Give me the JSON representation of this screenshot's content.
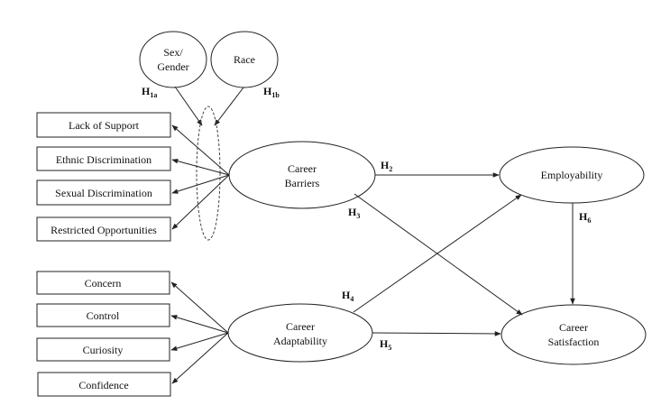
{
  "diagram": {
    "moderators": {
      "sex_gender": {
        "line1": "Sex/",
        "line2": "Gender"
      },
      "race": {
        "label": "Race"
      }
    },
    "latent_constructs": {
      "career_barriers": {
        "line1": "Career",
        "line2": "Barriers"
      },
      "career_adaptability": {
        "line1": "Career",
        "line2": "Adaptability"
      },
      "employability": {
        "label": "Employability"
      },
      "career_satisfaction": {
        "line1": "Career",
        "line2": "Satisfaction"
      }
    },
    "barrier_indicators": [
      "Lack of Support",
      "Ethnic Discrimination",
      "Sexual Discrimination",
      "Restricted Opportunities"
    ],
    "adaptability_indicators": [
      "Concern",
      "Control",
      "Curiosity",
      "Confidence"
    ],
    "hypotheses": {
      "h1a": {
        "main": "H",
        "sub": "1a"
      },
      "h1b": {
        "main": "H",
        "sub": "1b"
      },
      "h2": {
        "main": "H",
        "sub": "2"
      },
      "h3": {
        "main": "H",
        "sub": "3"
      },
      "h4": {
        "main": "H",
        "sub": "4"
      },
      "h5": {
        "main": "H",
        "sub": "5"
      },
      "h6": {
        "main": "H",
        "sub": "6"
      }
    },
    "paths": [
      {
        "from": "Sex/Gender",
        "to": "moderation",
        "hypothesis": "H1a"
      },
      {
        "from": "Race",
        "to": "moderation",
        "hypothesis": "H1b"
      },
      {
        "from": "Career Barriers",
        "to": "Employability",
        "hypothesis": "H2"
      },
      {
        "from": "Career Barriers",
        "to": "Career Satisfaction",
        "hypothesis": "H3"
      },
      {
        "from": "Career Adaptability",
        "to": "Employability",
        "hypothesis": "H4"
      },
      {
        "from": "Career Adaptability",
        "to": "Career Satisfaction",
        "hypothesis": "H5"
      },
      {
        "from": "Employability",
        "to": "Career Satisfaction",
        "hypothesis": "H6"
      }
    ]
  }
}
